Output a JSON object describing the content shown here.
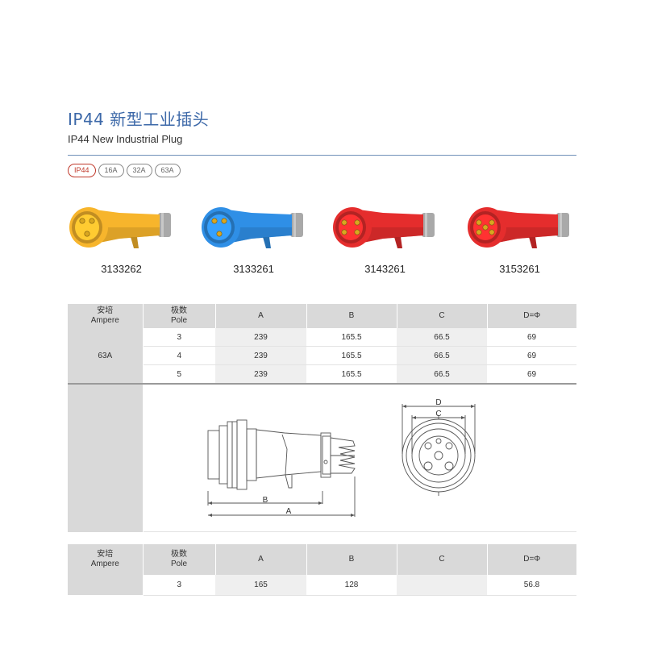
{
  "header": {
    "title": "IP44 新型工业插头",
    "subtitle": "IP44 New Industrial Plug"
  },
  "tags": [
    "IP44",
    "16A",
    "32A",
    "63A"
  ],
  "active_tag": "IP44",
  "products": [
    {
      "code": "3133262",
      "color": "#f7b52c",
      "pins": 3
    },
    {
      "code": "3133261",
      "color": "#2f8fe6",
      "pins": 3
    },
    {
      "code": "3143261",
      "color": "#e52d2d",
      "pins": 4
    },
    {
      "code": "3153261",
      "color": "#e52d2d",
      "pins": 5
    }
  ],
  "table1": {
    "headers": {
      "ampere_cn": "安培",
      "ampere_en": "Ampere",
      "pole_cn": "极数",
      "pole_en": "Pole",
      "a": "A",
      "b": "B",
      "c": "C",
      "d": "D=Φ"
    },
    "ampere": "63A",
    "rows": [
      {
        "pole": "3",
        "a": "239",
        "b": "165.5",
        "c": "66.5",
        "d": "69"
      },
      {
        "pole": "4",
        "a": "239",
        "b": "165.5",
        "c": "66.5",
        "d": "69"
      },
      {
        "pole": "5",
        "a": "239",
        "b": "165.5",
        "c": "66.5",
        "d": "69"
      }
    ],
    "diagram_labels": {
      "a": "A",
      "b": "B",
      "c": "C",
      "d": "D"
    }
  },
  "table2": {
    "headers": {
      "ampere_cn": "安培",
      "ampere_en": "Ampere",
      "pole_cn": "极数",
      "pole_en": "Pole",
      "a": "A",
      "b": "B",
      "c": "C",
      "d": "D=Φ"
    },
    "rows": [
      {
        "pole": "3",
        "a": "165",
        "b": "128",
        "c": "",
        "d": "56.8"
      }
    ]
  }
}
